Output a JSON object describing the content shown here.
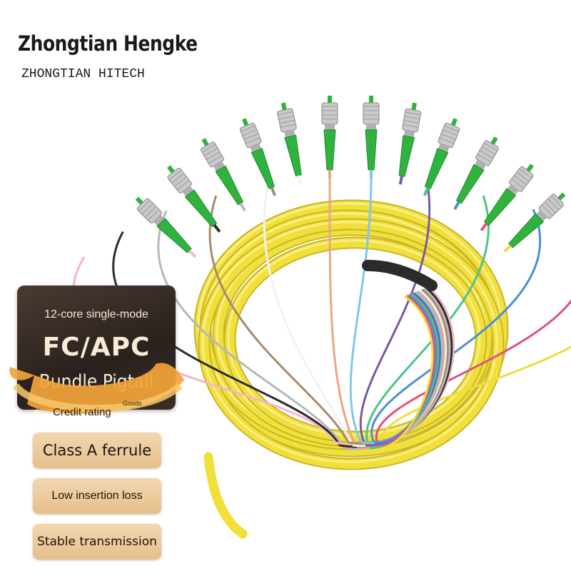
{
  "brand": {
    "name": "Zhongtian Hengke",
    "subtitle": "ZHONGTIAN HITECH"
  },
  "hero": {
    "line1": "12-core single-mode",
    "line2": "FC/APC",
    "line3": "Bundle Pigtail",
    "badge_char": "电",
    "credit": "Credit rating",
    "goods": "Goods"
  },
  "features": [
    {
      "label": "Class A ferrule"
    },
    {
      "label": "Low insertion loss"
    },
    {
      "label": "Stable transmission"
    }
  ],
  "colors": {
    "cable": "#f1e03a",
    "connector_boot": "#2fb33e",
    "panel_dark": "#2a211d",
    "pill": "#ecc99a",
    "fibers": [
      "#f4b7c9",
      "#2b2b2b",
      "#b7b7b7",
      "#a8896e",
      "#f2f2f2",
      "#e8a787",
      "#7ec8e8",
      "#7a5aa0",
      "#4bc48a",
      "#4a8fd6",
      "#e0527e",
      "#f0dc3c"
    ]
  },
  "icons": [
    "fc-apc-connector-icon"
  ]
}
